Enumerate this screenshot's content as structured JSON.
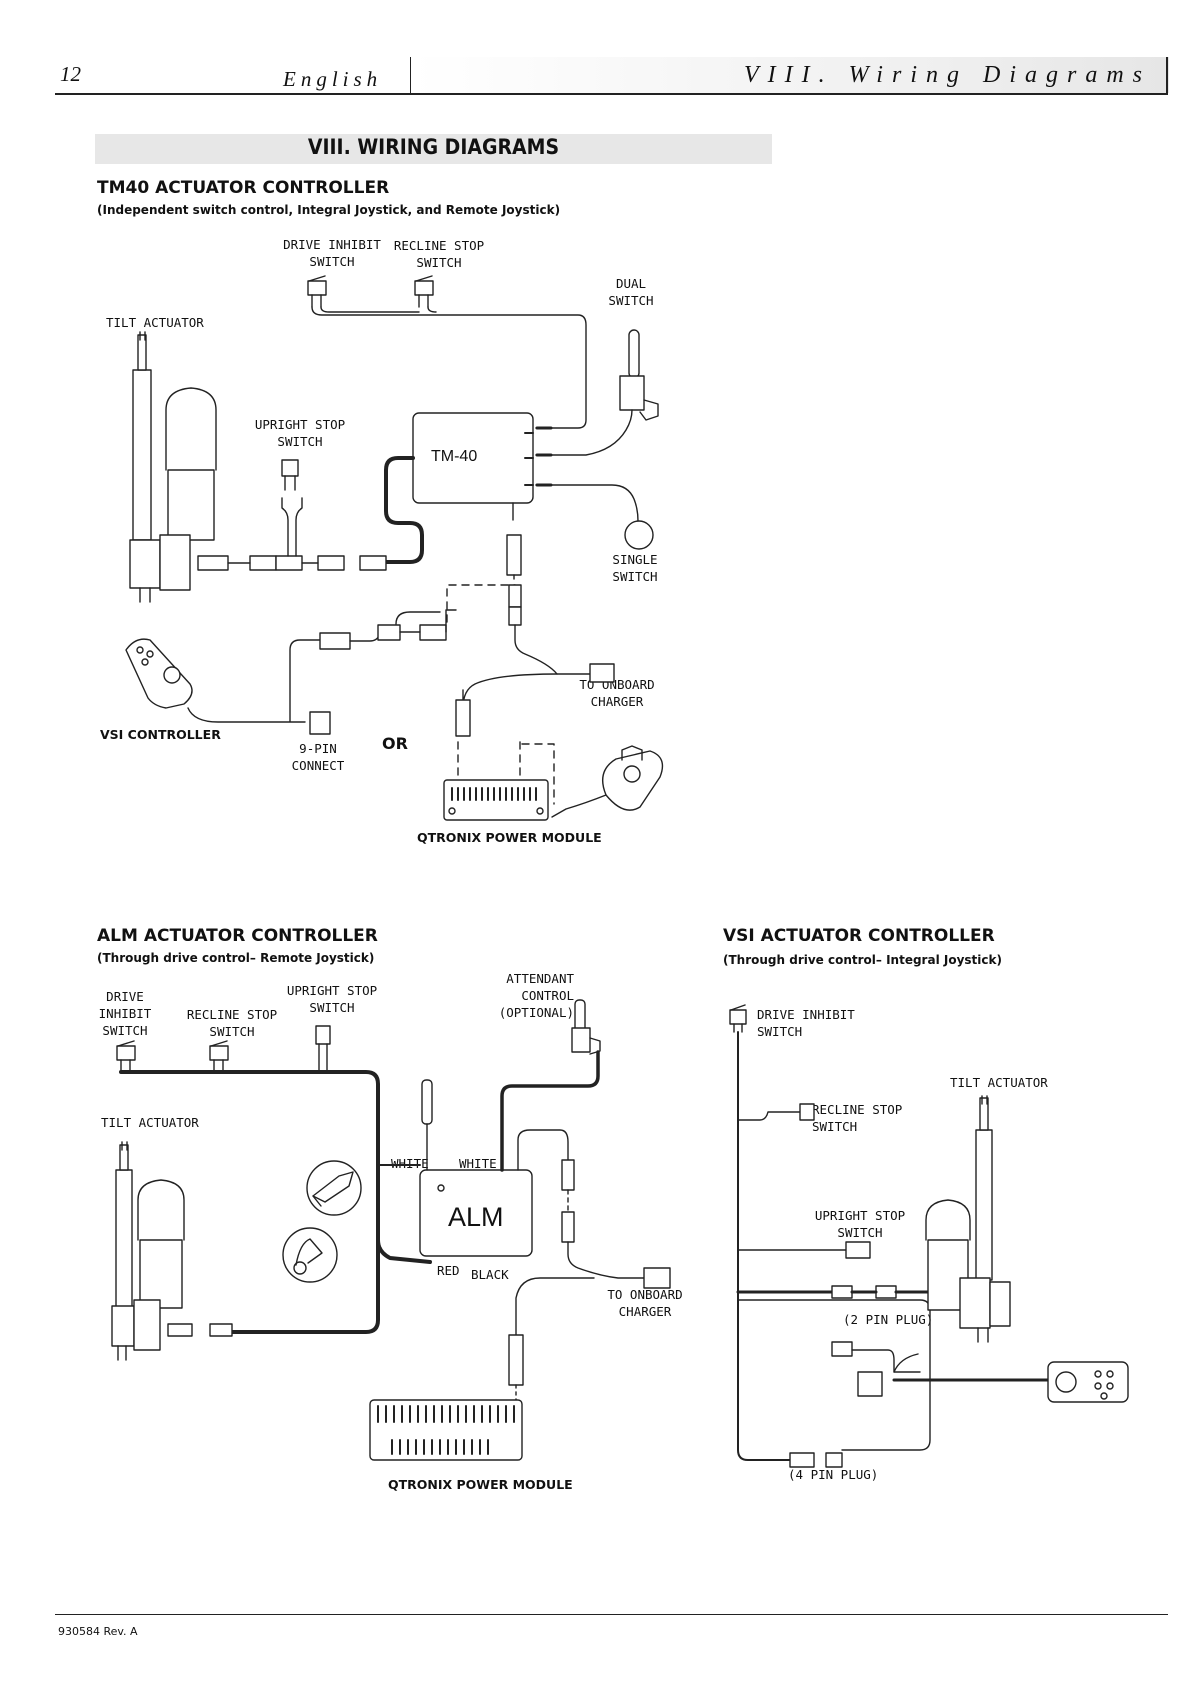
{
  "header": {
    "page_number": "12",
    "language": "English",
    "section_title": "VIII. Wiring Diagrams"
  },
  "banner": "VIII. WIRING DIAGRAMS",
  "tm40": {
    "title": "TM40 ACTUATOR CONTROLLER",
    "subtitle": "(Independent switch control, Integral Joystick, and Remote Joystick)",
    "labels": {
      "drive_inhibit": [
        "DRIVE INHIBIT",
        "SWITCH"
      ],
      "recline_stop": [
        "RECLINE STOP",
        "SWITCH"
      ],
      "dual_switch": [
        "DUAL",
        "SWITCH"
      ],
      "tilt_actuator": "TILT ACTUATOR",
      "upright_stop": [
        "UPRIGHT STOP",
        "SWITCH"
      ],
      "box": "TM-40",
      "single_switch": [
        "SINGLE",
        "SWITCH"
      ],
      "onboard_charger": [
        "TO ONBOARD",
        "CHARGER"
      ],
      "vsi_controller": "VSI CONTROLLER",
      "nine_pin": [
        "9-PIN",
        "CONNECT"
      ],
      "or": "OR",
      "qtronix": "QTRONIX POWER MODULE"
    }
  },
  "alm": {
    "title": "ALM ACTUATOR CONTROLLER",
    "subtitle": "(Through drive control– Remote Joystick)",
    "labels": {
      "drive_inhibit": [
        "DRIVE",
        "INHIBIT",
        "SWITCH"
      ],
      "recline_stop": [
        "RECLINE STOP",
        "SWITCH"
      ],
      "upright_stop": [
        "UPRIGHT STOP",
        "SWITCH"
      ],
      "attendant": [
        "ATTENDANT",
        "CONTROL",
        "(OPTIONAL)"
      ],
      "tilt_actuator": "TILT ACTUATOR",
      "white_left": "WHITE",
      "white_right": "WHITE",
      "box": "ALM",
      "red": "RED",
      "black": "BLACK",
      "onboard_charger": [
        "TO ONBOARD",
        "CHARGER"
      ],
      "qtronix": "QTRONIX POWER MODULE"
    }
  },
  "vsi": {
    "title": "VSI ACTUATOR CONTROLLER",
    "subtitle": "(Through drive control– Integral Joystick)",
    "labels": {
      "drive_inhibit": [
        "DRIVE INHIBIT",
        "SWITCH"
      ],
      "tilt_actuator": "TILT ACTUATOR",
      "recline_stop": [
        "RECLINE STOP",
        "SWITCH"
      ],
      "upright_stop": [
        "UPRIGHT STOP",
        "SWITCH"
      ],
      "two_pin": "(2 PIN PLUG)",
      "four_pin": "(4 PIN PLUG)"
    }
  },
  "footer": "930584 Rev. A"
}
